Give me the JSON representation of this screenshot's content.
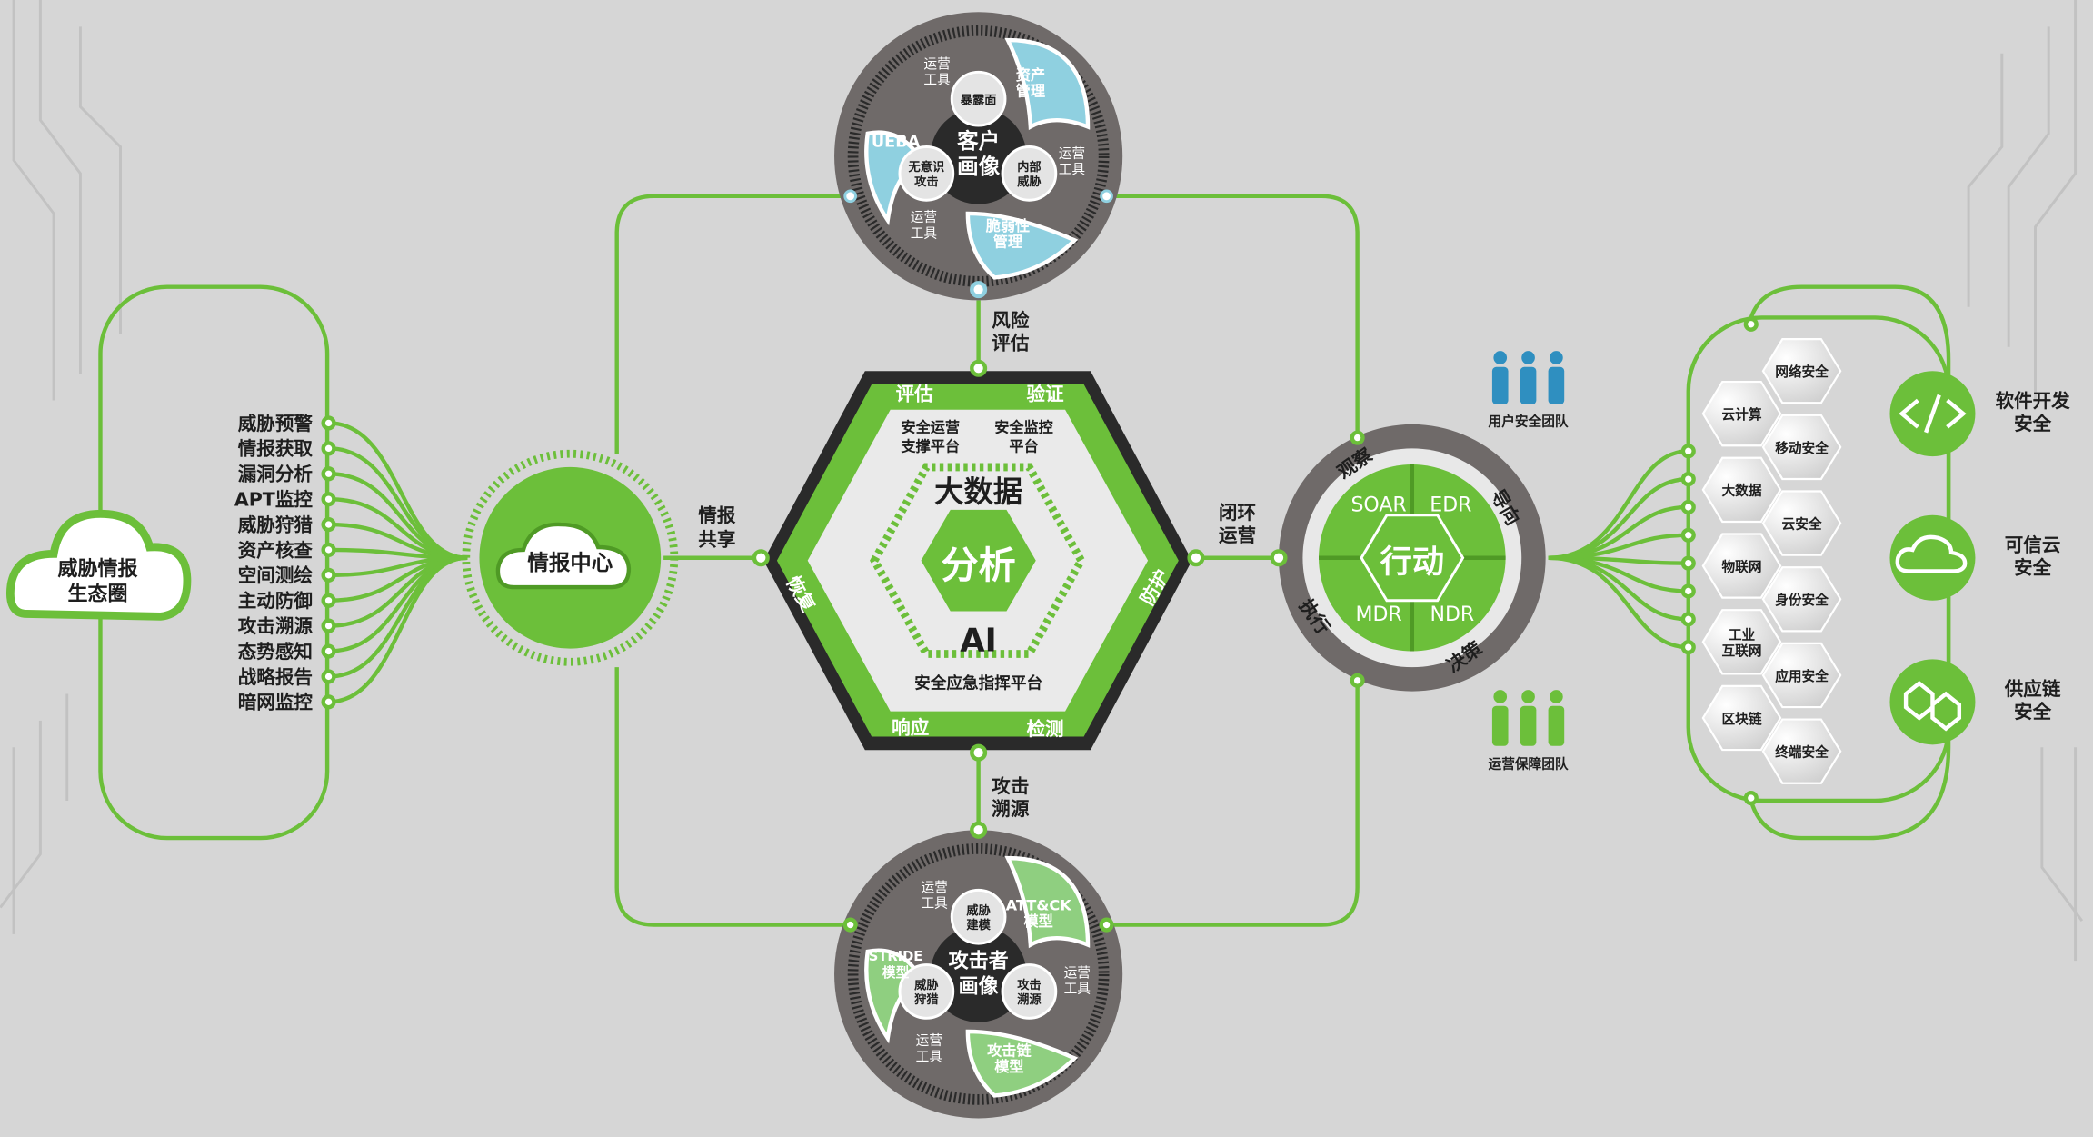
{
  "ecosystem": {
    "line1": "威胁情报",
    "line2": "生态圈"
  },
  "intel_feeds": [
    "威胁预警",
    "情报获取",
    "漏洞分析",
    "APT监控",
    "威胁狩猎",
    "资产核查",
    "空间测绘",
    "主动防御",
    "攻击溯源",
    "态势感知",
    "战略报告",
    "暗网监控"
  ],
  "intel_center": {
    "label": "情报中心"
  },
  "intel_share": {
    "line1": "情报",
    "line2": "共享"
  },
  "customer_profile": {
    "center1": "客户",
    "center2": "画像",
    "nodes": [
      {
        "l1": "暴露面",
        "l2": ""
      },
      {
        "l1": "无意识",
        "l2": "攻击"
      },
      {
        "l1": "内部",
        "l2": "威胁"
      }
    ],
    "petals": {
      "asset": [
        "资产",
        "管理"
      ],
      "ueba": "UEBA",
      "vuln": [
        "脆弱性",
        "管理"
      ]
    },
    "ops_tool": [
      "运营",
      "工具"
    ]
  },
  "risk_assess": {
    "line1": "风险",
    "line2": "评估"
  },
  "attacker_profile": {
    "center1": "攻击者",
    "center2": "画像",
    "nodes": [
      {
        "l1": "威胁",
        "l2": "建模"
      },
      {
        "l1": "威胁",
        "l2": "狩猎"
      },
      {
        "l1": "攻击",
        "l2": "溯源"
      }
    ],
    "petals": {
      "attck": [
        "ATT&CK",
        "模型"
      ],
      "stride": [
        "STRIDE",
        "模型"
      ],
      "killchain": [
        "攻击链",
        "模型"
      ]
    },
    "ops_tool": [
      "运营",
      "工具"
    ]
  },
  "attack_trace": {
    "line1": "攻击",
    "line2": "溯源"
  },
  "core": {
    "cycle": [
      "评估",
      "验证",
      "防护",
      "检测",
      "响应",
      "恢复"
    ],
    "platform_ops": [
      "安全运营",
      "支撑平台"
    ],
    "platform_monitor": [
      "安全监控",
      "平台"
    ],
    "platform_emergency": "安全应急指挥平台",
    "big_data": "大数据",
    "analysis": "分析",
    "ai": "AI"
  },
  "closed_loop": {
    "line1": "闭环",
    "line2": "运营"
  },
  "action": {
    "center": "行动",
    "tools": [
      "SOAR",
      "EDR",
      "MDR",
      "NDR"
    ],
    "ring": [
      "观察",
      "导向",
      "执行",
      "决策"
    ]
  },
  "teams": {
    "user_team": "用户安全团队",
    "ops_team": "运营保障团队"
  },
  "domains_left": [
    [
      "云计算"
    ],
    [
      "大数据"
    ],
    [
      "物联网"
    ],
    [
      "工业",
      "互联网"
    ],
    [
      "区块链"
    ]
  ],
  "domains_right": [
    "网络安全",
    "移动安全",
    "云安全",
    "身份安全",
    "应用安全",
    "终端安全"
  ],
  "outcomes": [
    {
      "icon": "code-icon",
      "l1": "软件开发",
      "l2": "安全"
    },
    {
      "icon": "cloud-icon",
      "l1": "可信云",
      "l2": "安全"
    },
    {
      "icon": "chain-icon",
      "l1": "供应链",
      "l2": "安全"
    }
  ],
  "colors": {
    "green": "#6cbf3a",
    "blue": "#8fd0e0",
    "gray": "#6f6a69",
    "dark": "#2a2a2a"
  }
}
